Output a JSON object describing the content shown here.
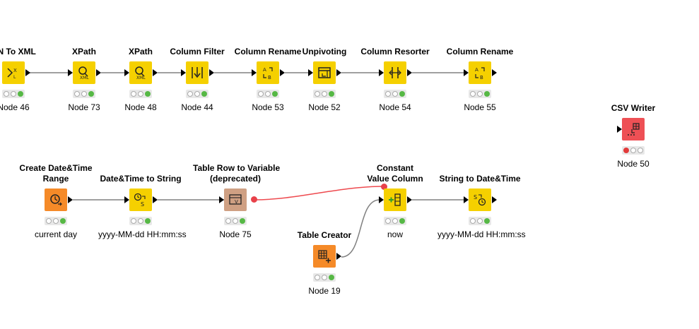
{
  "colors": {
    "yellow": "#f5d000",
    "orange": "#f58a28",
    "tan": "#cfa083",
    "red": "#ee5055",
    "light_off": "#ffffff",
    "light_green": "#56b845",
    "light_red": "#e23a3a",
    "wire": "#808080",
    "var_wire": "#ee4a4f"
  },
  "nodes": {
    "json_to_xml": {
      "title": "ON To XML",
      "label": "Node 46",
      "icon": "json-to-xml-icon"
    },
    "xpath_73": {
      "title": "XPath",
      "label": "Node 73",
      "icon": "xpath-icon"
    },
    "xpath_48": {
      "title": "XPath",
      "label": "Node 48",
      "icon": "xpath-icon"
    },
    "column_filter": {
      "title": "Column Filter",
      "label": "Node 44",
      "icon": "column-filter-icon"
    },
    "column_rename_53": {
      "title": "Column Rename",
      "label": "Node 53",
      "icon": "column-rename-icon"
    },
    "unpivoting": {
      "title": "Unpivoting",
      "label": "Node 52",
      "icon": "unpivoting-icon"
    },
    "column_resorter": {
      "title": "Column Resorter",
      "label": "Node 54",
      "icon": "column-resorter-icon"
    },
    "column_rename_55": {
      "title": "Column Rename",
      "label": "Node 55",
      "icon": "column-rename-icon"
    },
    "csv_writer": {
      "title": "CSV Writer",
      "label": "Node 50",
      "icon": "csv-writer-icon"
    },
    "create_datetime": {
      "title1": "Create Date&Time",
      "title2": "Range",
      "label": "current day",
      "icon": "clock-icon"
    },
    "datetime_to_string": {
      "title": "Date&Time to String",
      "label": "yyyy-MM-dd HH:mm:ss",
      "icon": "datetime-to-string-icon"
    },
    "table_row_to_var": {
      "title1": "Table Row to Variable",
      "title2": "(deprecated)",
      "label": "Node 75",
      "icon": "table-row-to-variable-icon"
    },
    "constant_value": {
      "title1": "Constant",
      "title2": "Value Column",
      "label": "now",
      "icon": "constant-value-column-icon"
    },
    "string_to_datetime": {
      "title": "String to Date&Time",
      "label": "yyyy-MM-dd HH:mm:ss",
      "icon": "string-to-datetime-icon"
    },
    "table_creator": {
      "title": "Table Creator",
      "label": "Node 19",
      "icon": "table-creator-icon"
    }
  }
}
